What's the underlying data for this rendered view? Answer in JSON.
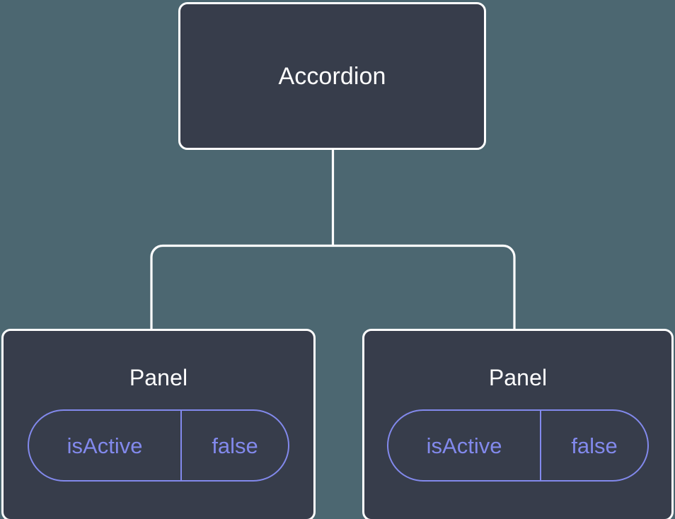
{
  "diagram": {
    "type": "component-tree",
    "background_color": "#4c6771",
    "node_fill_color": "#373d4b",
    "node_border_color": "#ffffff",
    "connector_color": "#ffffff",
    "accent_color": "#8289ec",
    "root": {
      "label": "Accordion"
    },
    "children": [
      {
        "label": "Panel",
        "props": [
          {
            "key": "isActive",
            "value": "false"
          }
        ]
      },
      {
        "label": "Panel",
        "props": [
          {
            "key": "isActive",
            "value": "false"
          }
        ]
      }
    ]
  }
}
